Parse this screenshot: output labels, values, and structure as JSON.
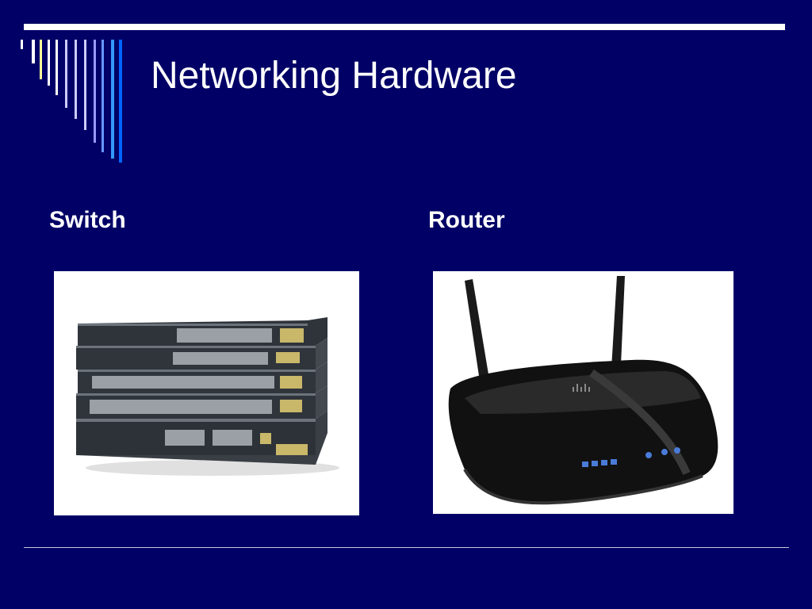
{
  "slide": {
    "title": "Networking Hardware",
    "colors": {
      "background": "#000066",
      "title_text": "#ffffff",
      "rule": "#ffffff",
      "accent_stripes": [
        "#ffffff",
        "#ffff99",
        "#ffffff",
        "#ccccff",
        "#ccccff",
        "#9999ff",
        "#6699ff",
        "#3399ff",
        "#0066ff"
      ]
    }
  },
  "columns": [
    {
      "label": "Switch",
      "image": "network-switch-stack-image"
    },
    {
      "label": "Router",
      "image": "wireless-router-image"
    }
  ]
}
